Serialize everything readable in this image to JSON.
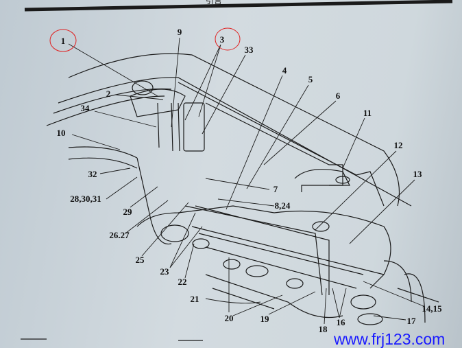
{
  "header_fragment": "引言",
  "diagram": {
    "labels": [
      {
        "id": "l1",
        "text": "1",
        "circled": true
      },
      {
        "id": "l9",
        "text": "9"
      },
      {
        "id": "l3",
        "text": "3",
        "circled": true
      },
      {
        "id": "l33",
        "text": "33"
      },
      {
        "id": "l2",
        "text": "2"
      },
      {
        "id": "l34",
        "text": "34"
      },
      {
        "id": "l4",
        "text": "4"
      },
      {
        "id": "l5",
        "text": "5"
      },
      {
        "id": "l6",
        "text": "6"
      },
      {
        "id": "l11",
        "text": "11"
      },
      {
        "id": "l10",
        "text": "10"
      },
      {
        "id": "l12",
        "text": "12"
      },
      {
        "id": "l13",
        "text": "13"
      },
      {
        "id": "l32",
        "text": "32"
      },
      {
        "id": "l7",
        "text": "7"
      },
      {
        "id": "l283031",
        "text": "28,30,31"
      },
      {
        "id": "l824",
        "text": "8,24"
      },
      {
        "id": "l29",
        "text": "29"
      },
      {
        "id": "l2627",
        "text": "26.27"
      },
      {
        "id": "l25",
        "text": "25"
      },
      {
        "id": "l23",
        "text": "23"
      },
      {
        "id": "l22",
        "text": "22"
      },
      {
        "id": "l21",
        "text": "21"
      },
      {
        "id": "l20",
        "text": "20"
      },
      {
        "id": "l19",
        "text": "19"
      },
      {
        "id": "l1415",
        "text": "14,15"
      },
      {
        "id": "l18",
        "text": "18"
      },
      {
        "id": "l16",
        "text": "16"
      },
      {
        "id": "l17",
        "text": "17"
      }
    ]
  },
  "watermark": "www.frj123.com",
  "colors": {
    "annotation_circle": "#e02020",
    "watermark": "#1a1aff"
  }
}
